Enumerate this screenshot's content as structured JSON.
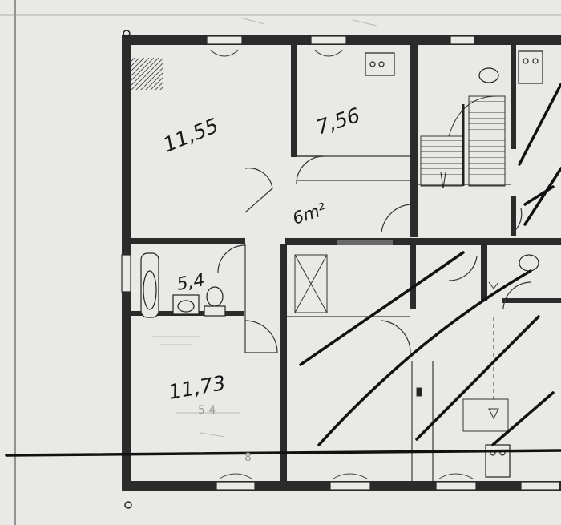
{
  "floor_plan": {
    "rooms": [
      {
        "id": "room-north-west",
        "area_label": "11,55"
      },
      {
        "id": "room-north-middle",
        "area_label": "7,56"
      },
      {
        "id": "hallway",
        "area_label": "6m²"
      },
      {
        "id": "bathroom",
        "area_label": "5,4"
      },
      {
        "id": "room-south-west",
        "area_label": "11,73"
      }
    ],
    "sheet_marks": [
      "5 4",
      "8"
    ],
    "colors": {
      "paper": "#e9e9e6",
      "wall": "#2b2b2b",
      "line": "#3a3a3a",
      "marker": "#111111"
    }
  }
}
